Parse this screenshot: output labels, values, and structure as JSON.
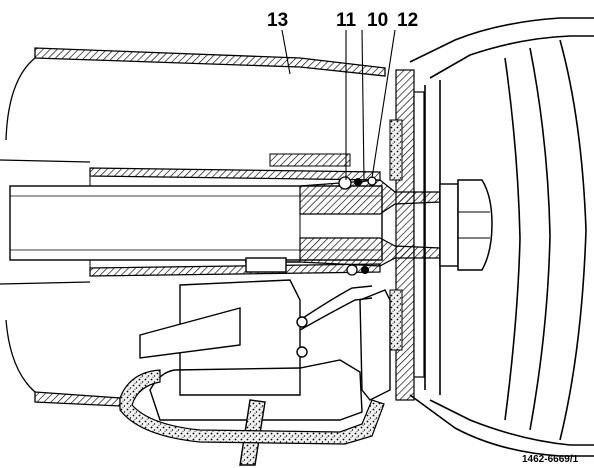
{
  "callouts": [
    {
      "id": "13",
      "label": "13"
    },
    {
      "id": "11",
      "label": "11"
    },
    {
      "id": "10",
      "label": "10"
    },
    {
      "id": "12",
      "label": "12"
    }
  ],
  "reference_number": "1462-6669/1"
}
